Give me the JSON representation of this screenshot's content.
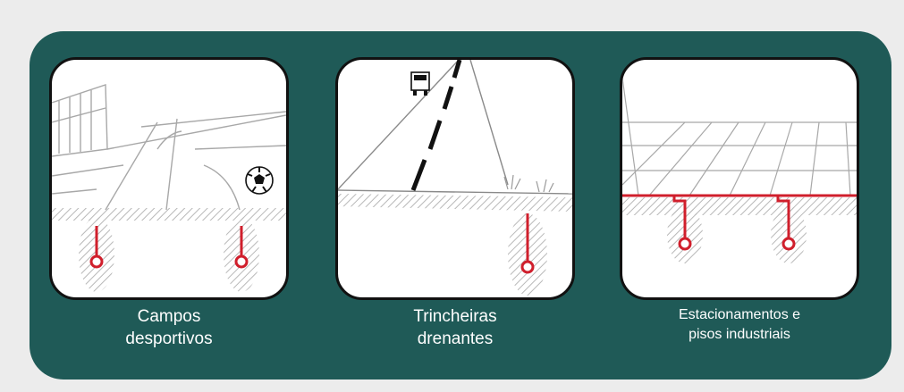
{
  "colors": {
    "background": "#ececec",
    "board": "#1f5a57",
    "panel": "#ffffff",
    "drain_pipe": "#d01f2c",
    "line_art": "#9a9a9a"
  },
  "panels": [
    {
      "scene": "sports-field",
      "icons": [
        "soccer-ball-icon",
        "goal-icon",
        "drain-pipe-icon"
      ],
      "caption_lines": [
        "Campos",
        "desportivos"
      ]
    },
    {
      "scene": "road-trench",
      "icons": [
        "truck-icon",
        "road-icon",
        "drain-pipe-icon"
      ],
      "caption_lines": [
        "Trincheiras",
        "drenantes"
      ]
    },
    {
      "scene": "parking-floor",
      "icons": [
        "floor-grid-icon",
        "drain-pipe-icon"
      ],
      "caption_lines": [
        "Estacionamentos e",
        "pisos industriais"
      ]
    }
  ]
}
